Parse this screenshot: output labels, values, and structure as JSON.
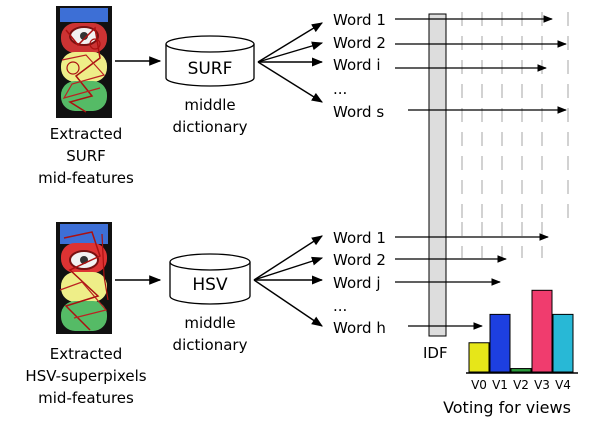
{
  "surf_branch": {
    "caption": [
      "Extracted",
      "SURF",
      "mid-features"
    ],
    "dictionary_label": "SURF",
    "dictionary_caption": [
      "middle",
      "dictionary"
    ],
    "words": [
      "Word 1",
      "Word 2",
      "Word i",
      "...",
      "Word s"
    ]
  },
  "hsv_branch": {
    "caption": [
      "Extracted",
      "HSV-superpixels",
      "mid-features"
    ],
    "dictionary_label": "HSV",
    "dictionary_caption": [
      "middle",
      "dictionary"
    ],
    "words": [
      "Word 1",
      "Word 2",
      "Word j",
      "...",
      "Word h"
    ]
  },
  "idf_label": "IDF",
  "voting": {
    "title": "Voting for views",
    "views": [
      "V0",
      "V1",
      "V2",
      "V3",
      "V4"
    ],
    "values": [
      0.34,
      0.67,
      0.04,
      0.95,
      0.67
    ],
    "colors": [
      "#e6e619",
      "#1d3fe0",
      "#2a9a3a",
      "#f03c6e",
      "#28b8d6"
    ]
  },
  "colors": {
    "traffic_red": "#cc2222",
    "traffic_yellow": "#eeee88",
    "traffic_green": "#55bb66",
    "traffic_blue": "#3d6fd6",
    "idf_bar": "#dddddd"
  }
}
